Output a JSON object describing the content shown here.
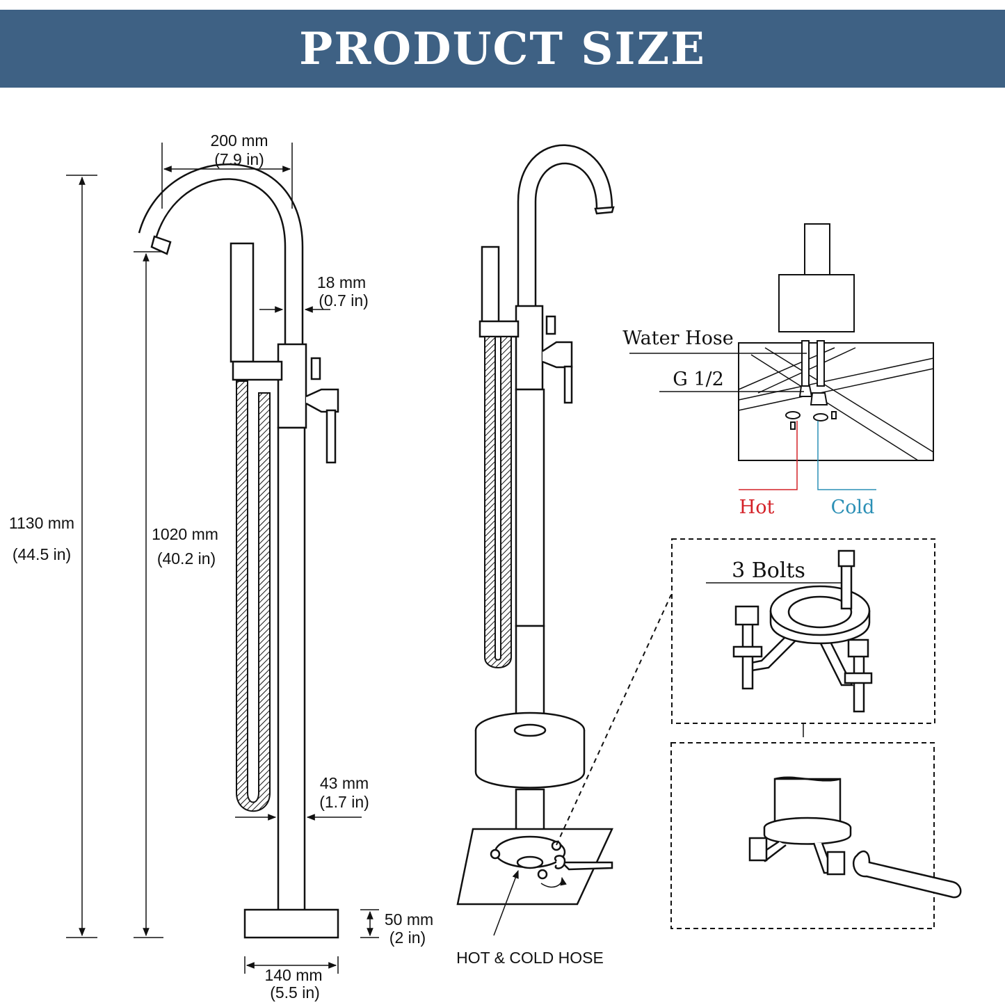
{
  "header": {
    "title": "PRODUCT SIZE",
    "background": "#3e6184"
  },
  "dimensions": {
    "spout_reach": {
      "mm": "200 mm",
      "in": "(7.9 in)"
    },
    "spout_diameter": {
      "mm": "18 mm",
      "in": "(0.7 in)"
    },
    "total_height": {
      "mm": "1130 mm",
      "in": "(44.5 in)"
    },
    "spout_height": {
      "mm": "1020 mm",
      "in": "(40.2 in)"
    },
    "pipe_diameter": {
      "mm": "43 mm",
      "in": "(1.7 in)"
    },
    "base_height": {
      "mm": "50 mm",
      "in": "(2 in)"
    },
    "base_width": {
      "mm": "140 mm",
      "in": "(5.5 in)"
    }
  },
  "labels": {
    "hose": "HOT & COLD HOSE",
    "water_hose": "Water Hose",
    "thread": "G 1/2",
    "hot": "Hot",
    "cold": "Cold",
    "bolts": "3 Bolts"
  },
  "colors": {
    "hot": "#d42027",
    "cold": "#2a8fb5",
    "line": "#111111"
  }
}
